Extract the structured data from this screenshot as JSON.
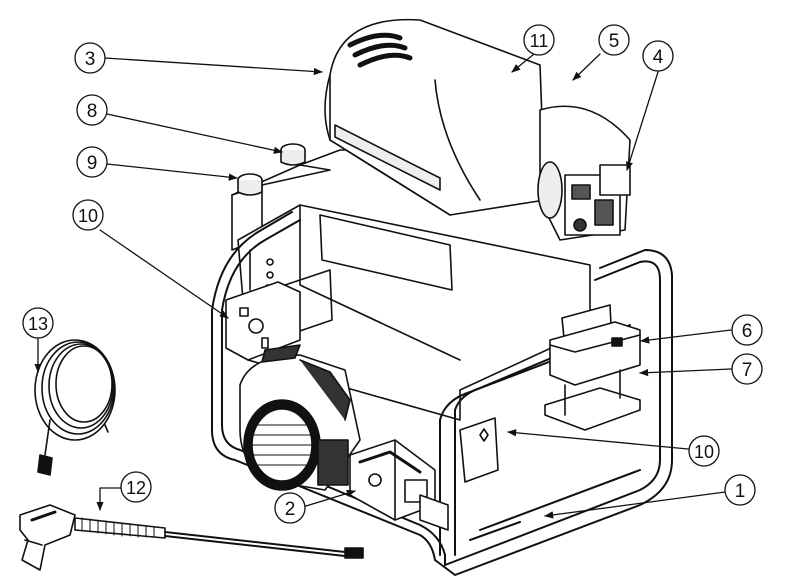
{
  "callouts": [
    {
      "id": "c3",
      "label": "3"
    },
    {
      "id": "c8",
      "label": "8"
    },
    {
      "id": "c9",
      "label": "9"
    },
    {
      "id": "c10a",
      "label": "10"
    },
    {
      "id": "c11",
      "label": "11"
    },
    {
      "id": "c5",
      "label": "5"
    },
    {
      "id": "c4",
      "label": "4"
    },
    {
      "id": "c6",
      "label": "6"
    },
    {
      "id": "c7",
      "label": "7"
    },
    {
      "id": "c10b",
      "label": "10"
    },
    {
      "id": "c1",
      "label": "1"
    },
    {
      "id": "c2",
      "label": "2"
    },
    {
      "id": "c12",
      "label": "12"
    },
    {
      "id": "c13",
      "label": "13"
    }
  ]
}
